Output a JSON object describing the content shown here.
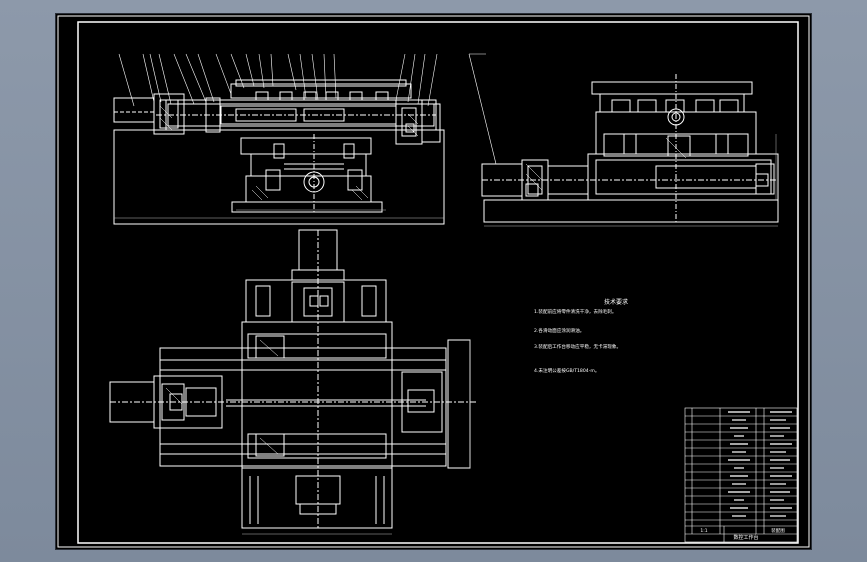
{
  "drawing": {
    "technical_requirements": {
      "title": "技术要求",
      "items": [
        "1.装配前应将零件清洗干净，去除毛刺。",
        "2.各滑动面应涂润滑油。",
        "3.装配后工作台移动应平稳，无卡滞现象。",
        "4.未注明公差按GB/T1804-m。"
      ]
    },
    "title_block": {
      "part_name": "数控工作台",
      "drawing_no": "装配图",
      "scale": "1:1"
    }
  },
  "colors": {
    "sheet": "#000000",
    "lines": "#ffffff",
    "dims": "#bfbfbf",
    "backdrop": "#8a96a8"
  }
}
